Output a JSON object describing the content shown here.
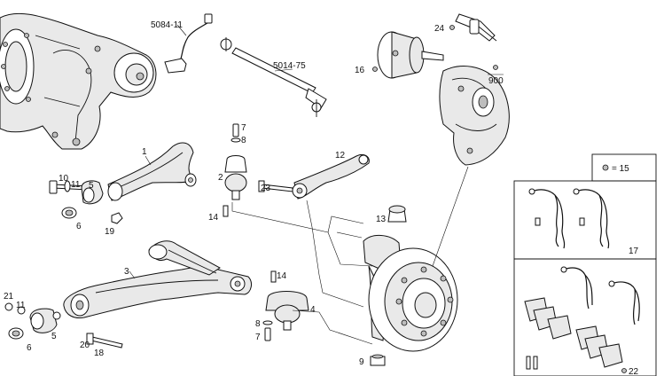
{
  "labels": {
    "p1": "1",
    "p2": "2",
    "p3": "3",
    "p4": "4",
    "p5a": "5",
    "p5b": "5",
    "p6a": "6",
    "p6b": "6",
    "p7a": "7",
    "p7b": "7",
    "p8a": "8",
    "p8b": "8",
    "p9": "9",
    "p10": "10",
    "p11a": "11",
    "p11b": "11",
    "p12": "12",
    "p13": "13",
    "p14a": "14",
    "p14b": "14",
    "p16": "16",
    "p17": "17",
    "p18": "18",
    "p19": "19",
    "p20": "20",
    "p21": "21",
    "p22": "22",
    "p23": "23",
    "p24": "24",
    "ref5084": "5084-11",
    "ref5014": "5014-75",
    "ref900": "900"
  },
  "legend": {
    "text": "= 15"
  },
  "colors": {
    "line": "#111111",
    "paper": "#ffffff",
    "shade": "#bdbdbd"
  }
}
